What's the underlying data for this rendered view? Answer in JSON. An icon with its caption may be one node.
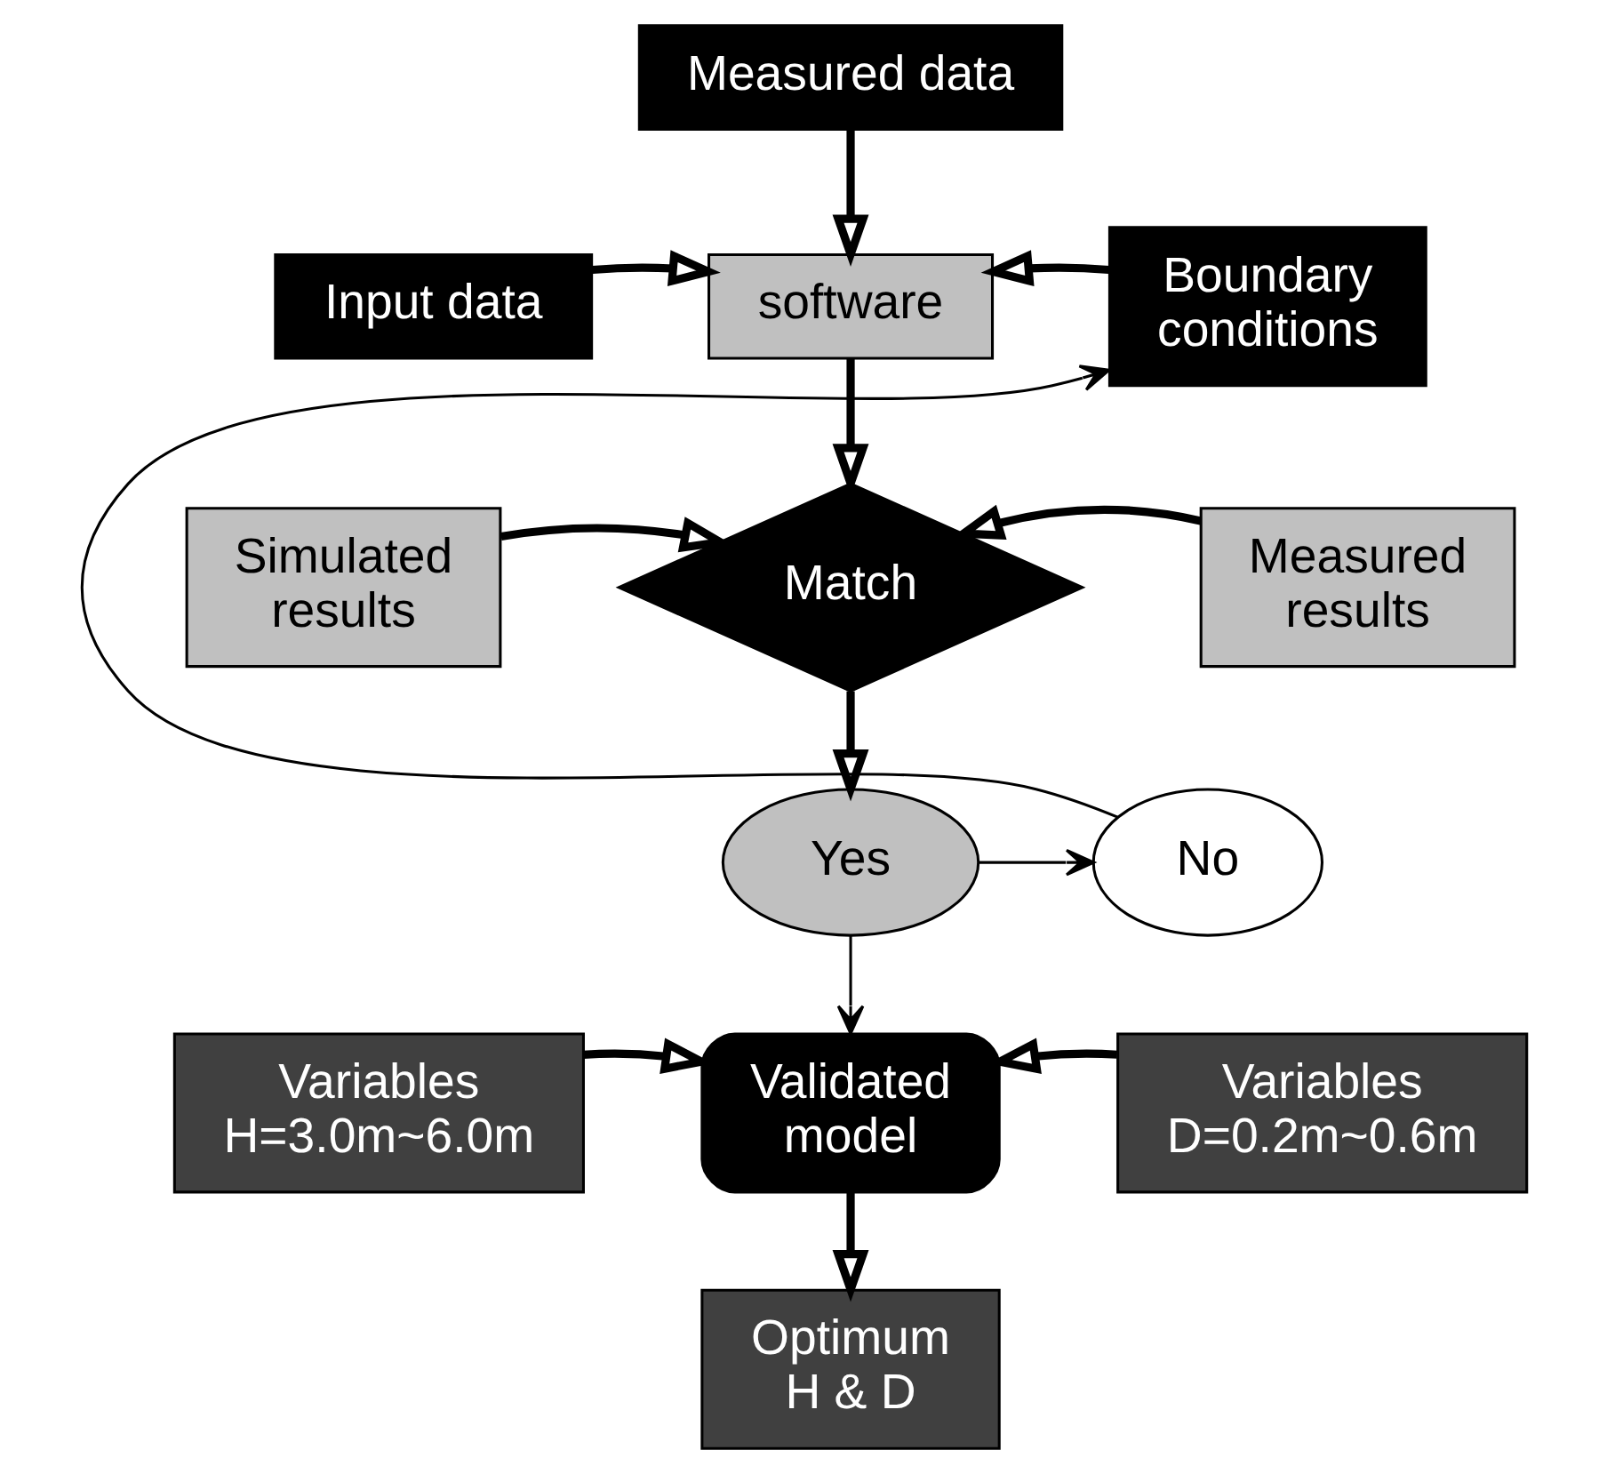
{
  "diagram": {
    "nodes": [
      {
        "text": [
          "Measured data"
        ]
      },
      {
        "text": [
          "Input data"
        ]
      },
      {
        "text": [
          "software"
        ]
      },
      {
        "text": [
          "Boundary conditions"
        ]
      },
      {
        "text": [
          "Simulated results"
        ]
      },
      {
        "text": [
          "Match"
        ]
      },
      {
        "text": [
          "Measured results"
        ]
      },
      {
        "text": [
          "Yes"
        ]
      },
      {
        "text": [
          "No"
        ]
      },
      {
        "text": [
          "Variables H=3.0m~6.0m"
        ]
      },
      {
        "text": [
          "Validated model"
        ]
      },
      {
        "text": [
          "Variables D=0.2m~0.6m"
        ]
      },
      {
        "text": [
          "Optimum H & D"
        ]
      }
    ],
    "edges": [
      {
        "from": 0,
        "to": 2,
        "arrow": "to"
      },
      {
        "from": 1,
        "to": 2,
        "arrow": "to"
      },
      {
        "from": 3,
        "to": 2,
        "arrow": "to"
      },
      {
        "from": 2,
        "to": 5,
        "arrow": "to"
      },
      {
        "from": 4,
        "to": 5,
        "arrow": "to"
      },
      {
        "from": 6,
        "to": 5,
        "arrow": "to"
      },
      {
        "from": 5,
        "to": 7,
        "arrow": "to"
      },
      {
        "from": 7,
        "to": 8,
        "arrow": "to"
      },
      {
        "from": 8,
        "to": 3,
        "arrow": "to"
      },
      {
        "from": 7,
        "to": 10,
        "arrow": "to"
      },
      {
        "from": 9,
        "to": 10,
        "arrow": "to"
      },
      {
        "from": 11,
        "to": 10,
        "arrow": "to"
      },
      {
        "from": 10,
        "to": 12,
        "arrow": "to"
      }
    ]
  }
}
